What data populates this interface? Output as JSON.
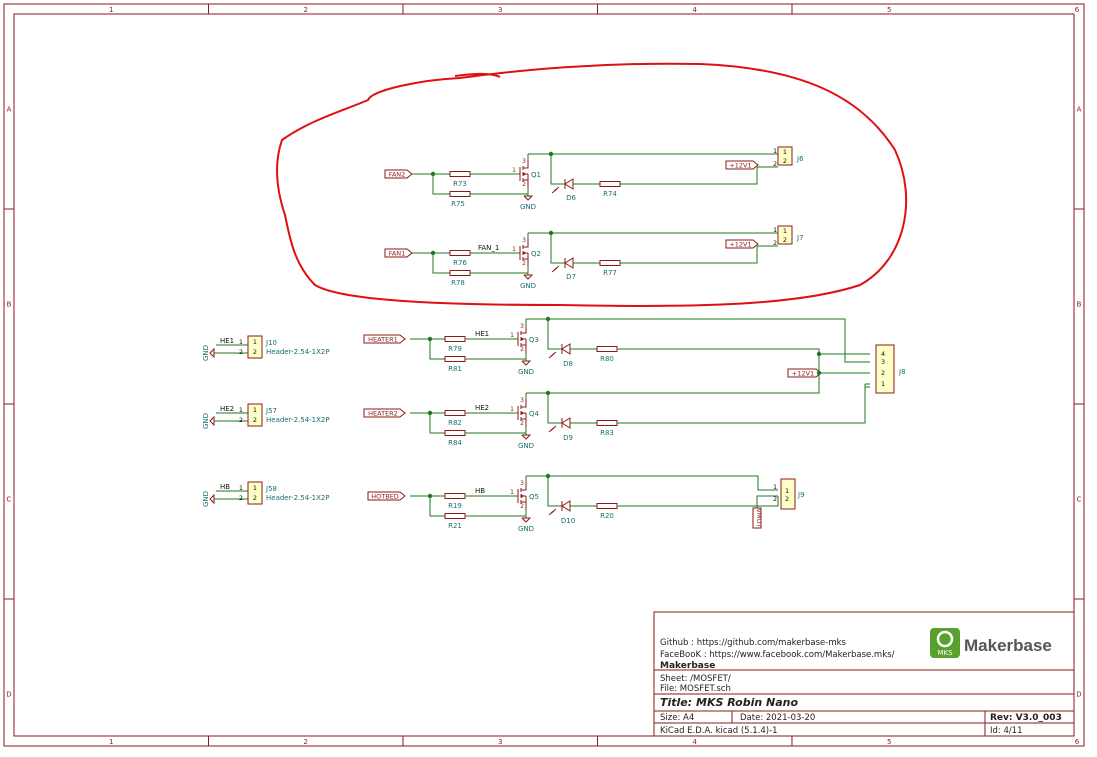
{
  "frame": {
    "col_labels": [
      "1",
      "2",
      "3",
      "4",
      "5",
      "6"
    ],
    "row_labels": [
      "A",
      "B",
      "C",
      "D"
    ]
  },
  "fan_section": [
    {
      "input": "FAN2",
      "r_gate": "R73",
      "r_pull": "R75",
      "net": "",
      "q": "Q1",
      "diode": "D6",
      "r_led": "R74",
      "conn": "J6",
      "supply": "+12V1",
      "gnd": "GND"
    },
    {
      "input": "FAN1",
      "r_gate": "R76",
      "r_pull": "R78",
      "net": "FAN_1",
      "q": "Q2",
      "diode": "D7",
      "r_led": "R77",
      "conn": "J7",
      "supply": "+12V1",
      "gnd": "GND"
    }
  ],
  "heater_section": [
    {
      "input": "HEATER1",
      "r_gate": "R79",
      "r_pull": "R81",
      "net": "HE1",
      "q": "Q3",
      "diode": "D8",
      "r_led": "R80",
      "gnd": "GND"
    },
    {
      "input": "HEATER2",
      "r_gate": "R82",
      "r_pull": "R84",
      "net": "HE2",
      "q": "Q4",
      "diode": "D9",
      "r_led": "R83",
      "gnd": "GND"
    },
    {
      "input": "HOTBED",
      "r_gate": "R19",
      "r_pull": "R21",
      "net": "HB",
      "q": "Q5",
      "diode": "D10",
      "r_led": "R20",
      "gnd": "GND"
    }
  ],
  "headers": [
    {
      "net": "HE1",
      "ref": "J10",
      "value": "Header-2.54-1X2P",
      "gnd": "GND"
    },
    {
      "net": "HE2",
      "ref": "J57",
      "value": "Header-2.54-1X2P",
      "gnd": "GND"
    },
    {
      "net": "HB",
      "ref": "J58",
      "value": "Header-2.54-1X2P",
      "gnd": "GND"
    }
  ],
  "j8": {
    "ref": "J8",
    "supply": "+12V1",
    "pins": [
      "4",
      "3",
      "2",
      "1"
    ]
  },
  "j9": {
    "ref": "J9",
    "supply": "VMOT"
  },
  "pin_labels": {
    "one": "1",
    "two": "2",
    "three": "3"
  },
  "title_block": {
    "github": "Github : https://github.com/makerbase-mks",
    "facebook": "FaceBooK : https://www.facebook.com/Makerbase.mks/",
    "company": "Makerbase",
    "logo_text": "Makerbase",
    "logo_badge": "MKS",
    "sheet": "Sheet: /MOSFET/",
    "file": "File: MOSFET.sch",
    "title": "Title: MKS Robin Nano",
    "size": "Size: A4",
    "date": "Date: 2021-03-20",
    "rev": "Rev: V3.0_003",
    "tool": "KiCad E.D.A.  kicad (5.1.4)-1",
    "id": "Id: 4/11"
  },
  "colors": {
    "frame": "#8b1a1a",
    "wire": "#1f7a1f",
    "label": "#1a6e6e",
    "annotation": "#e01010",
    "logo": "#5aa02c"
  }
}
